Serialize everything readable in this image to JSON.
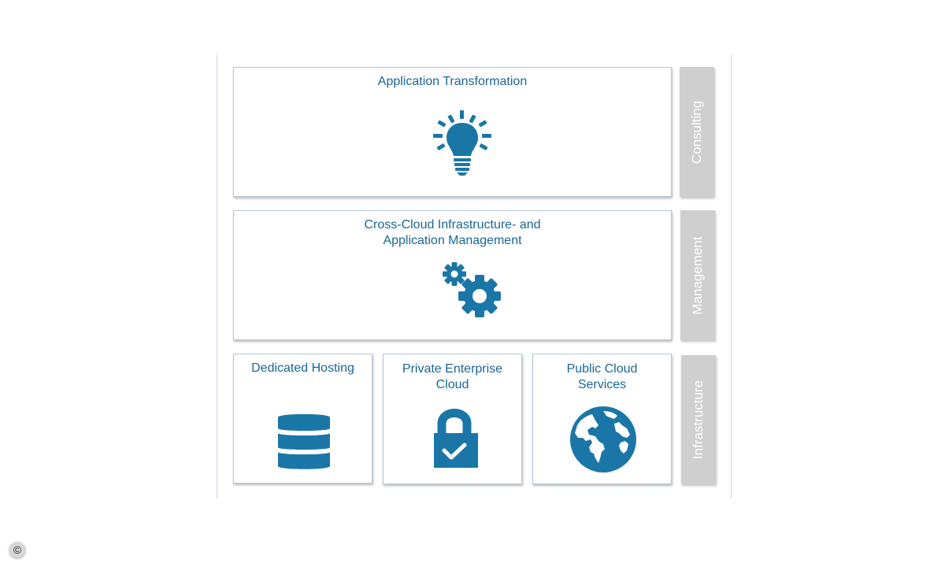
{
  "layers": {
    "consulting": {
      "label": "Consulting",
      "box_title": "Application Transformation",
      "icon": "lightbulb-icon"
    },
    "management": {
      "label": "Management",
      "box_title_lines": [
        "Cross-Cloud Infrastructure- and",
        "Application Management"
      ],
      "icon": "gears-icon"
    },
    "infrastructure": {
      "label": "Infrastructure",
      "boxes": [
        {
          "title_lines": [
            "Dedicated Hosting"
          ],
          "icon": "database-icon"
        },
        {
          "title_lines": [
            "Private Enterprise",
            "Cloud"
          ],
          "icon": "padlock-icon"
        },
        {
          "title_lines": [
            "Public Cloud",
            "Services"
          ],
          "icon": "globe-icon"
        }
      ]
    }
  },
  "copyright_symbol": "©",
  "colors": {
    "accent": "#1a6696",
    "icon": "#1b76a8",
    "tab_background": "#cfcfcf",
    "tab_text": "#ffffff",
    "box_border": "#b4c7da"
  }
}
